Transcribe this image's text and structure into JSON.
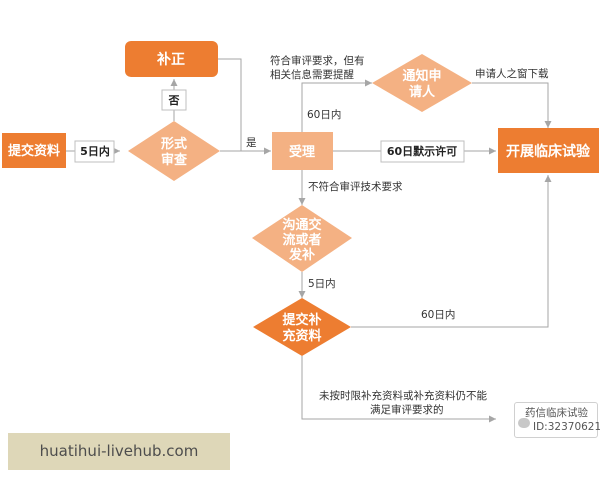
{
  "nodes": {
    "submit_materials": "提交资料",
    "form_review": [
      "形式",
      "审查"
    ],
    "correction": "补正",
    "accept": "受理",
    "notify_applicant": [
      "通知申",
      "请人"
    ],
    "start_trial": "开展临床试验",
    "communicate": [
      "沟通交",
      "流或者",
      "发补"
    ],
    "submit_supplement": [
      "提交补",
      "充资料"
    ],
    "silent_permit": "60日默示许可",
    "five_days": "5日内"
  },
  "edge_labels": {
    "no": "否",
    "yes": "是",
    "meets_but_info": [
      "符合审评要求，但有",
      "相关信息需要提醒"
    ],
    "sixty_days_a": "60日内",
    "applicant_download": "申请人之窗下载",
    "not_meet": "不符合审评技术要求",
    "five_days_b": "5日内",
    "sixty_days_b": "60日内",
    "not_supplemented": [
      "未按时限补充资料或补充资料仍不能",
      "满足审评要求的"
    ]
  },
  "watermark": "huatihui-livehub.com",
  "wechat_signature": {
    "line1": "药信临床试验",
    "line2": "ID:32370621"
  },
  "colors": {
    "dark_orange": "#ed7d31",
    "light_orange": "#f4b183",
    "connector": "#a6a6a6",
    "watermark_bg": "#ded7b8"
  }
}
